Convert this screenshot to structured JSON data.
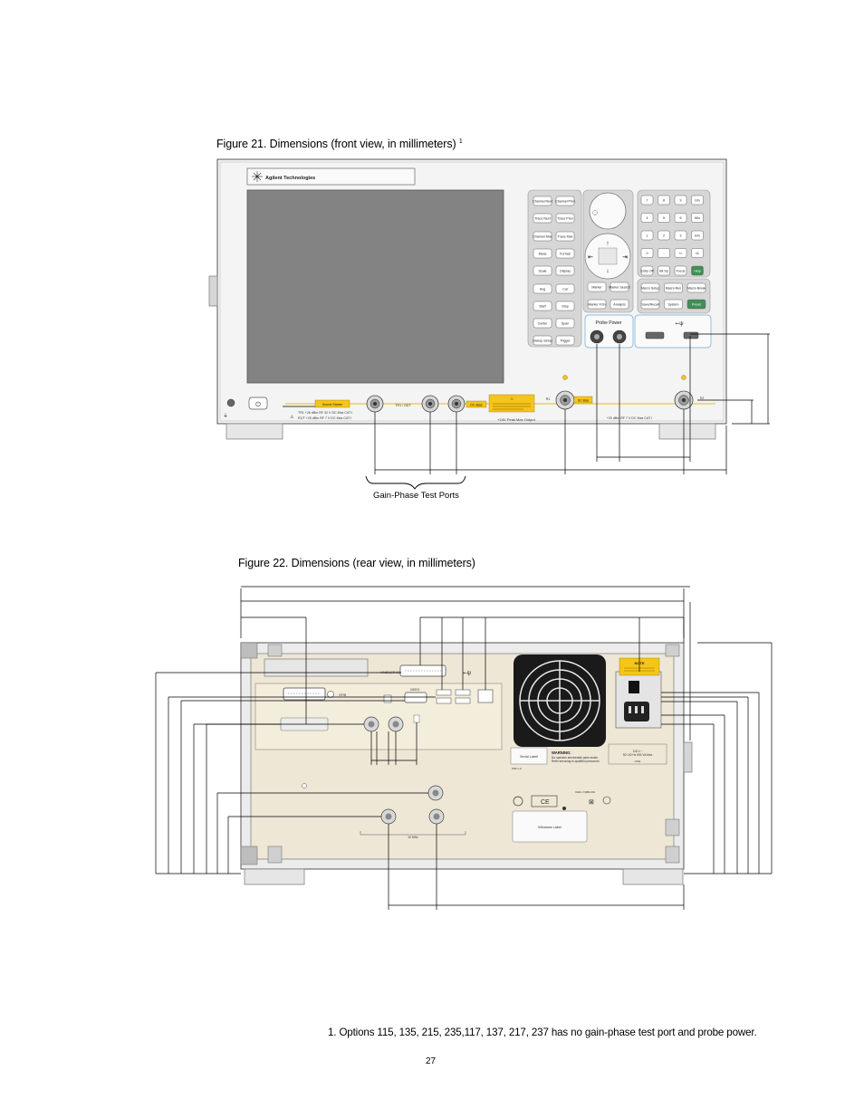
{
  "figure21": {
    "title": "Figure 21. Dimensions (front view, in millimeters)",
    "title_sup": "1",
    "brand": "Agilent Technologies",
    "caption_ports": "Gain-Phase Test Ports",
    "probe_power": "Probe Power",
    "label_tr1": "TR1 / GDT",
    "label_dcbias": "DC Bias",
    "label_r1": "R1",
    "label_r2": "R2",
    "label_dcbias2": "DC Bias",
    "label_rf_left1": "TR1 +26 dBm RF  42 V DC  Max   CAT I",
    "label_rf_left2": "R1/T +20 dBm RF   7 V DC  Max   CAT I",
    "label_rf_right": "+20 dBm RF   7 V DC  Max   CAT I",
    "label_peak": "+24V Peak Max  Output",
    "label_sound": "Sound Starter",
    "keys_left": [
      "Channel Next",
      "Channel Prev",
      "Trace Next",
      "Trace Prev",
      "Channel Max",
      "Trace Max",
      "Meas",
      "Format",
      "Scale",
      "Display",
      "Avg",
      "Cal",
      "Start",
      "Stop",
      "Center",
      "Span",
      "Sweep Setup",
      "Trigger"
    ],
    "keys_mid": [
      "Marker",
      "Marker Search",
      "Marker Fctn",
      "Analysis"
    ],
    "keys_num": [
      "7",
      "8",
      "9",
      "G/n",
      "4",
      "5",
      "6",
      "M/u",
      "1",
      "2",
      "3",
      "k/m",
      "0",
      ".",
      "+/-",
      "x1",
      "Entry Off",
      "Bk Sp",
      "Focus",
      "Help"
    ],
    "keys_right": [
      "Macro Setup",
      "Macro Run",
      "Macro Break",
      "Save/Recall",
      "System",
      "Preset"
    ]
  },
  "figure22": {
    "title": "Figure 22. Dimensions (rear view, in millimeters)",
    "note_title": "NOTE",
    "serial_label": "Serial Label",
    "warning_title": "WARNING:",
    "warning_line1": "No operator serviceable parts inside.",
    "warning_line2": "Refer servicing to qualified personnel.",
    "line_rating1": "115 V ~",
    "line_rating2": "50 / 60 Hz 500 VA Max",
    "line_label": "LINE",
    "windows_label": "Windows Label",
    "ism": "ISM 1-A",
    "ices": "ICES / NMB-001",
    "video": "VIDEO",
    "gpib": "GPIB",
    "ref": "10 MHz"
  },
  "footnote": "1.   Options 115, 135, 215, 235,117, 137, 217, 237 has no gain-phase test port and probe power.",
  "page_number": "27",
  "colors": {
    "panel": "#f4f4f4",
    "screen": "#838383",
    "key": "#ffffff",
    "help_key": "#3f8f55",
    "warn": "#f5c518",
    "rear_panel": "#eee7d6",
    "grey": "#d0d0d0"
  }
}
